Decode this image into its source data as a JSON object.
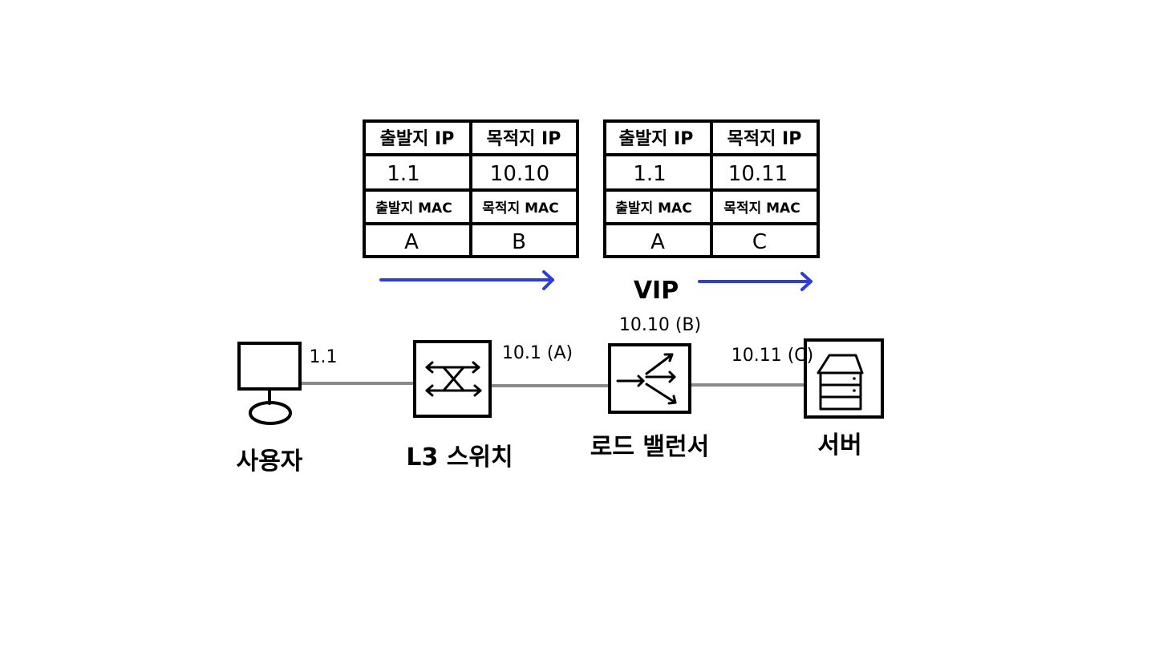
{
  "tables": [
    {
      "header_src_ip": "출발지 IP",
      "header_dst_ip": "목적지 IP",
      "src_ip": "1.1",
      "dst_ip": "10.10",
      "header_src_mac": "출발지 MAC",
      "header_dst_mac": "목적지 MAC",
      "src_mac": "A",
      "dst_mac": "B"
    },
    {
      "header_src_ip": "출발지 IP",
      "header_dst_ip": "목적지 IP",
      "src_ip": "1.1",
      "dst_ip": "10.11",
      "header_src_mac": "출발지 MAC",
      "header_dst_mac": "목적지 MAC",
      "src_mac": "A",
      "dst_mac": "C"
    }
  ],
  "vip_label": "VIP",
  "nodes": {
    "user": {
      "label": "사용자",
      "address": "1.1",
      "icon": "monitor-icon"
    },
    "switch": {
      "label": "L3 스위치",
      "address": "10.1 (A)",
      "icon": "switch-arrows-icon"
    },
    "load_balancer": {
      "label": "로드 밸런서",
      "address": "10.10 (B)",
      "icon": "load-balancer-icon"
    },
    "server": {
      "label": "서버",
      "address": "10.11 (C)",
      "icon": "server-icon"
    }
  },
  "colors": {
    "arrow": "#2e3ddb",
    "link": "#8a8a8a",
    "ink": "#000000"
  }
}
